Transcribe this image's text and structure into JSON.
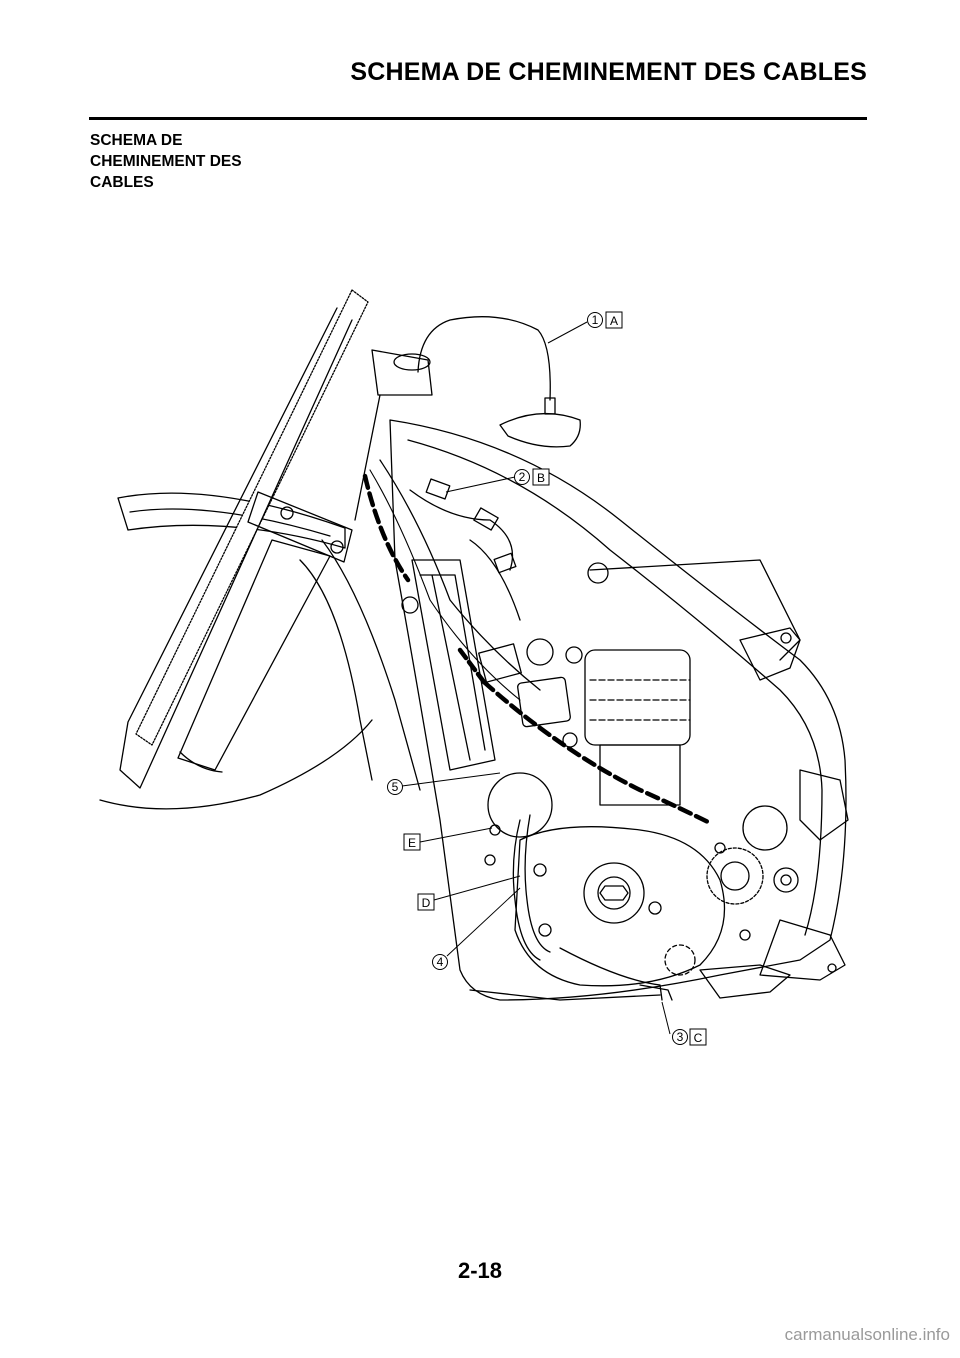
{
  "header": {
    "title": "SCHEMA DE CHEMINEMENT DES CABLES"
  },
  "section": {
    "title_lines": [
      "SCHEMA DE",
      "CHEMINEMENT DES",
      "CABLES"
    ]
  },
  "callouts": {
    "c1": {
      "number": "1",
      "letter": "A"
    },
    "c2": {
      "number": "2",
      "letter": "B"
    },
    "c3": {
      "number": "3",
      "letter": "C"
    },
    "c4": {
      "number": "4"
    },
    "c5": {
      "number": "5"
    },
    "cD": {
      "letter": "D"
    },
    "cE": {
      "letter": "E"
    }
  },
  "footer": {
    "page_number": "2-18"
  },
  "watermark": {
    "text": "carmanualsonline.info"
  },
  "colors": {
    "ink": "#000000",
    "watermark": "#9a9a9a"
  }
}
